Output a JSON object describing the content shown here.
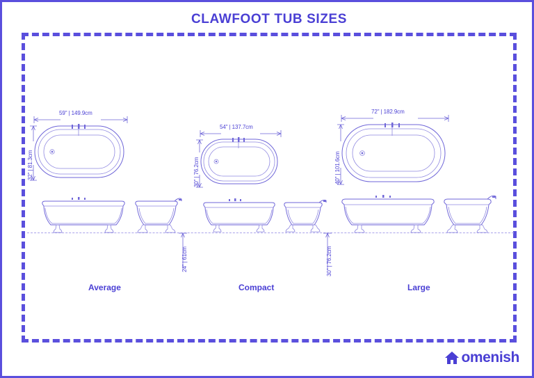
{
  "header": {
    "title": "CLAWFOOT TUB SIZES"
  },
  "theme": {
    "accent": "#4a3fd4",
    "line": "#6f66d8",
    "border": "#5a4fdd",
    "background": "#ffffff",
    "floor_line": "#a9a2ea"
  },
  "sections": [
    {
      "id": "average",
      "name": "Average",
      "top_view": {
        "width_label": "59\" | 149.9cm",
        "depth_label": "32\" | 81.3cm"
      },
      "side_view": {
        "height_label": ""
      }
    },
    {
      "id": "compact",
      "name": "Compact",
      "top_view": {
        "width_label": "54\" | 137.7cm",
        "depth_label": "30\" | 76.2cm"
      },
      "side_view": {
        "height_label": "24\" | 61cm"
      }
    },
    {
      "id": "large",
      "name": "Large",
      "top_view": {
        "width_label": "72\" | 182.9cm",
        "depth_label": "40\" | 101.6cm"
      },
      "side_view": {
        "height_label": "30\" | 76.2cm"
      }
    }
  ],
  "logo": {
    "text": "omenish",
    "icon": "house-icon"
  }
}
